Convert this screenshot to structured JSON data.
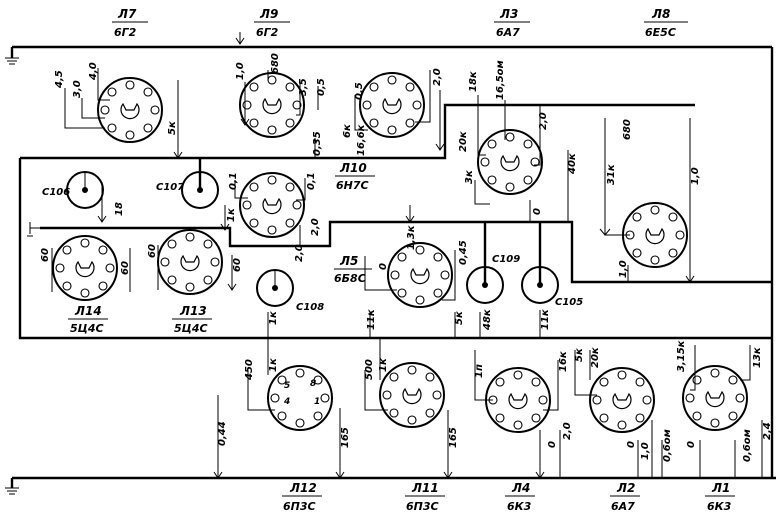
{
  "tubes": [
    {
      "id": "L7",
      "name": "Л7",
      "type": "6Г2"
    },
    {
      "id": "L9",
      "name": "Л9",
      "type": "6Г2"
    },
    {
      "id": "L3",
      "name": "Л3",
      "type": "6А7"
    },
    {
      "id": "L8",
      "name": "Л8",
      "type": "6Е5С"
    },
    {
      "id": "L10",
      "name": "Л10",
      "type": "6Н7С"
    },
    {
      "id": "L5",
      "name": "Л5",
      "type": "6Б8С"
    },
    {
      "id": "L14",
      "name": "Л14",
      "type": "5Ц4С"
    },
    {
      "id": "L13",
      "name": "Л13",
      "type": "5Ц4С"
    },
    {
      "id": "L12",
      "name": "Л12",
      "type": "6П3С"
    },
    {
      "id": "L11",
      "name": "Л11",
      "type": "6П3С"
    },
    {
      "id": "L4",
      "name": "Л4",
      "type": "6К3"
    },
    {
      "id": "L2",
      "name": "Л2",
      "type": "6А7"
    },
    {
      "id": "L1",
      "name": "Л1",
      "type": "6К3"
    }
  ],
  "capacitors": [
    {
      "id": "C106",
      "label": "C106"
    },
    {
      "id": "C107",
      "label": "C107"
    },
    {
      "id": "C108",
      "label": "C108"
    },
    {
      "id": "C109",
      "label": "C109"
    },
    {
      "id": "C105",
      "label": "C105"
    }
  ],
  "values": [
    "4,5",
    "3,0",
    "4,0",
    "5к",
    "1,0",
    "680",
    "3,5",
    "0,5",
    "0,35",
    "0,5",
    "2,0",
    "6к",
    "16,6к",
    "18к",
    "16,5ом",
    "20к",
    "2,0",
    "3к",
    "40к",
    "0",
    "680",
    "31к",
    "1,0",
    "1,0",
    "18",
    "0,1",
    "0,1",
    "1к",
    "2,0",
    "2,0",
    "60",
    "60",
    "60",
    "60",
    "1к",
    "0",
    "1,3к",
    "0,45",
    "11к",
    "5к",
    "48к",
    "11к",
    "0,44",
    "450",
    "1к",
    "165",
    "500",
    "1к",
    "165",
    "1п",
    "16к",
    "2,0",
    "0",
    "5к",
    "20к",
    "1,0",
    "0,6ом",
    "0",
    "3,15к",
    "13к",
    "0,6ом",
    "2,4",
    "0"
  ],
  "pin_numbers": [
    "5",
    "8",
    "4",
    "1"
  ]
}
